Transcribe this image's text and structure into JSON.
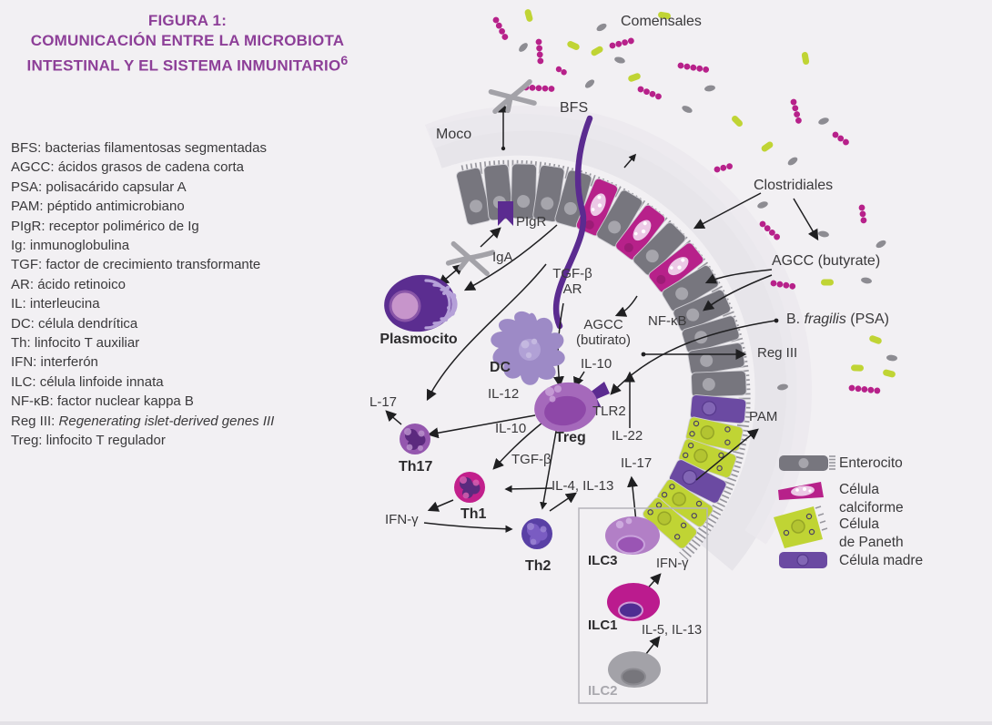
{
  "title": {
    "line1": "FIGURA 1:",
    "line2": "COMUNICACIÓN ENTRE LA MICROBIOTA",
    "line3": "INTESTINAL Y EL SISTEMA INMUNITARIO",
    "sup": "6"
  },
  "abbr_list": [
    {
      "abbr": "BFS:",
      "desc": "bacterias filamentosas segmentadas"
    },
    {
      "abbr": "AGCC:",
      "desc": "ácidos grasos de cadena corta"
    },
    {
      "abbr": "PSA:",
      "desc": "polisacárido capsular A"
    },
    {
      "abbr": "PAM:",
      "desc": "péptido antimicrobiano"
    },
    {
      "abbr": "PIgR:",
      "desc": "receptor polimérico de Ig"
    },
    {
      "abbr": "Ig:",
      "desc": "inmunoglobulina"
    },
    {
      "abbr": "TGF:",
      "desc": "factor de crecimiento transformante"
    },
    {
      "abbr": "AR:",
      "desc": "ácido retinoico"
    },
    {
      "abbr": "IL:",
      "desc": "interleucina"
    },
    {
      "abbr": "DC:",
      "desc": "célula dendrítica"
    },
    {
      "abbr": "Th:",
      "desc": "linfocito T auxiliar"
    },
    {
      "abbr": "IFN:",
      "desc": "interferón"
    },
    {
      "abbr": "ILC:",
      "desc": "célula linfoide innata"
    },
    {
      "abbr": "NF-κB:",
      "desc": "factor nuclear kappa B"
    },
    {
      "abbr": "Reg III:",
      "desc": "Regenerating islet-derived genes III"
    },
    {
      "abbr": "Treg:",
      "desc": "linfocito T regulador"
    }
  ],
  "labels": {
    "comensales": "Comensales",
    "moco": "Moco",
    "bfs": "BFS",
    "pigr": "PIgR",
    "iga": "IgA",
    "plasmocito": "Plasmocito",
    "tgf_line1": "TGF-β",
    "tgf_line2": "AR",
    "dc": "DC",
    "il12": "IL-12",
    "agcc_line1": "AGCC",
    "agcc_line2": "(butirato)",
    "il10_top": "IL-10",
    "nfkb": "NF-κB",
    "clostridiales": "Clostridiales",
    "agcc_butyrate": "AGCC (butyrate)",
    "bfragilis_prefix": "B.",
    "bfragilis_species": "fragilis",
    "bfragilis_suffix": "(PSA)",
    "reg3": "Reg III",
    "pam": "PAM",
    "treg": "Treg",
    "tlr2": "TLR2",
    "il22": "IL-22",
    "il17": "IL-17",
    "l17": "L-17",
    "th17": "Th17",
    "il10_left": "IL-10",
    "tgfb": "TGF-β",
    "th1": "Th1",
    "ifng": "IFN-γ",
    "il4_il13": "IL-4, IL-13",
    "th2": "Th2",
    "ilc3": "ILC3",
    "ifng_box": "IFN-γ",
    "ilc1": "ILC1",
    "il5_il13": "IL-5, IL-13",
    "ilc2": "ILC2"
  },
  "legend": {
    "items": [
      {
        "line1": "Enterocito",
        "line2": ""
      },
      {
        "line1": "Célula",
        "line2": "calciforme"
      },
      {
        "line1": "Célula",
        "line2": "de Paneth"
      },
      {
        "line1": "Célula madre",
        "line2": ""
      }
    ]
  },
  "colors": {
    "background": "#f2f0f3",
    "title_purple": "#8d3f98",
    "magenta": "#b7218a",
    "lime_green": "#c0d434",
    "dark_purple": "#5b2b90",
    "gray_cell": "#77767e",
    "stem_purple": "#6b4aa2",
    "arrow": "#1f1f21"
  }
}
